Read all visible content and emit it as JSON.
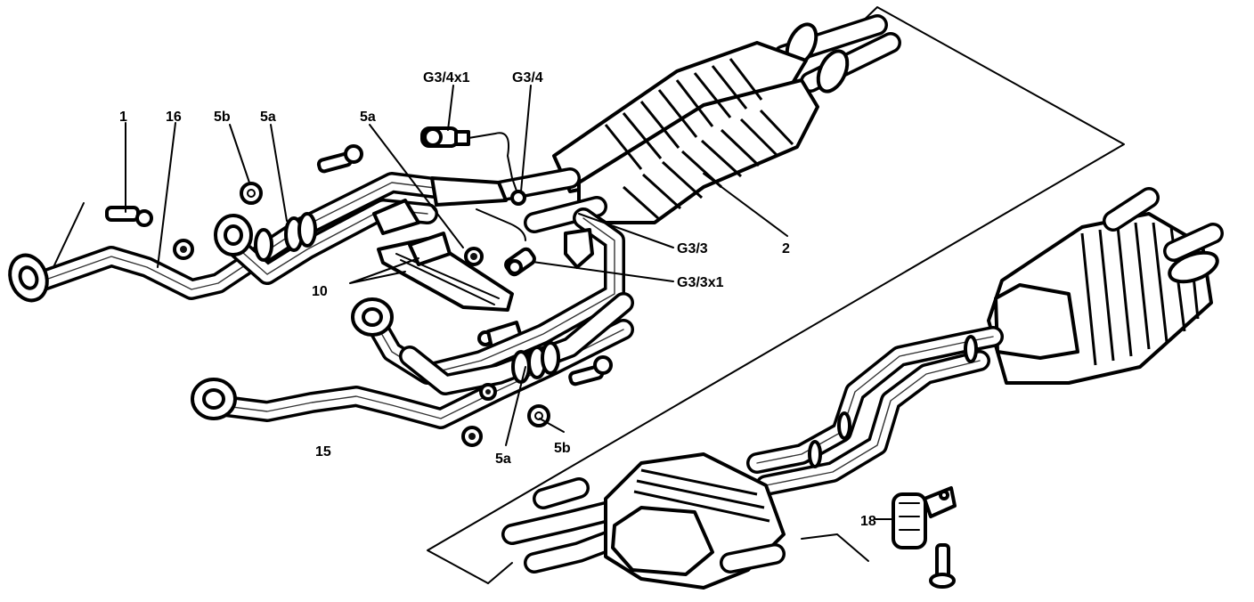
{
  "labels": {
    "l1": "1",
    "l16": "16",
    "l5b_top": "5b",
    "l5a_top": "5a",
    "l5a_mid": "5a",
    "lG34x1": "G3/4x1",
    "lG34": "G3/4",
    "l2": "2",
    "lG33": "G3/3",
    "lG33x1": "G3/3x1",
    "l10": "10",
    "l15": "15",
    "l5a_bot": "5a",
    "l5b_bot": "5b",
    "l18": "18"
  },
  "colors": {
    "ink": "#000000",
    "paper": "#ffffff"
  },
  "icons": [
    "flange-icon",
    "bolt-icon",
    "nut-icon",
    "clamp-icon",
    "oxygen-sensor-icon",
    "rubber-hanger-icon"
  ]
}
